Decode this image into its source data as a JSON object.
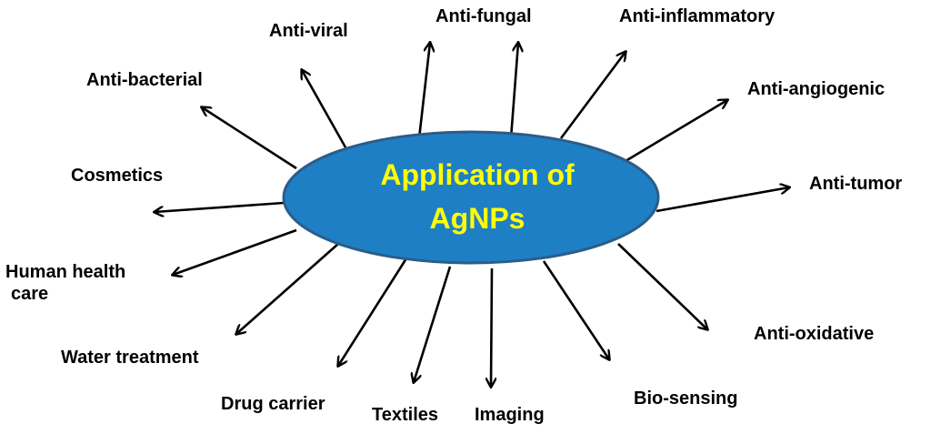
{
  "center": {
    "line1": "Application of",
    "line2": "AgNPs"
  },
  "labels": {
    "anti_viral": "Anti-viral",
    "anti_fungal": "Anti-fungal",
    "anti_inflammatory": "Anti-inflammatory",
    "anti_bacterial": "Anti-bacterial",
    "anti_angiogenic": "Anti-angiogenic",
    "cosmetics": "Cosmetics",
    "anti_tumor": "Anti-tumor",
    "human_health_care_line1": "Human health",
    "human_health_care_line2": "care",
    "anti_oxidative": "Anti-oxidative",
    "water_treatment": "Water treatment",
    "bio_sensing": "Bio-sensing",
    "drug_carrier": "Drug carrier",
    "textiles": "Textiles",
    "imaging": "Imaging"
  },
  "colors": {
    "ellipse_fill": "#1f7fc4",
    "ellipse_stroke": "#2a5d8a",
    "center_text": "#ffff00",
    "arrow": "#000000"
  }
}
